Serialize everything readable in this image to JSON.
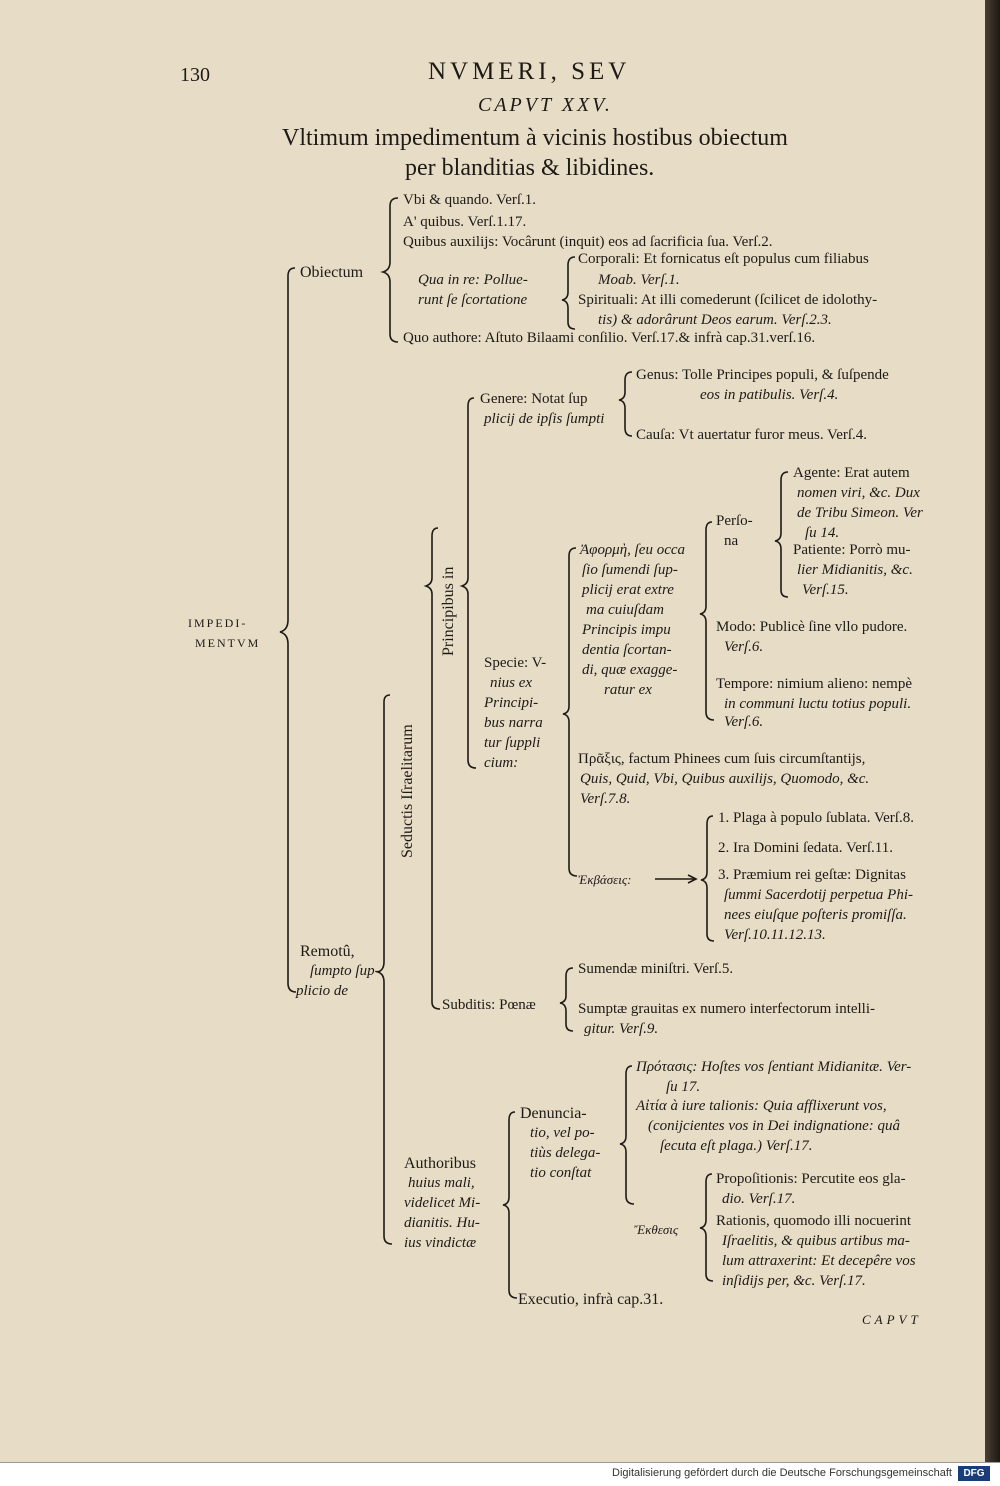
{
  "header": {
    "page_number": "130",
    "running_title": "NVMERI, SEV",
    "chapter": "CAPVT XXV.",
    "title_line1": "Vltimum impedimentum à vicinis hostibus obiectum",
    "title_line2": "per blanditias & libidines."
  },
  "root": {
    "line1": "IMPEDI-",
    "line2": "MENTVM"
  },
  "obiectum": {
    "label": "Obiectum",
    "ubi": "Vbi & quando. Verſ.1.",
    "a_quibus": "A' quibus. Verſ.1.17.",
    "quibus": "Quibus auxilijs: Vocârunt (inquit) eos ad ſacrificia ſua. Verſ.2.",
    "qua_line1": "Qua in re: Pollue-",
    "qua_line2": "runt ſe ſcortatione",
    "corporali_line1": "Corporali: Et fornicatus eſt populus cum filiabus",
    "corporali_line2": "Moab. Verſ.1.",
    "spirituali_line1": "Spirituali: At illi comederunt (ſcilicet de idolothy-",
    "spirituali_line2": "tis) & adorârunt Deos earum. Verſ.2.3.",
    "quo": "Quo authore: Aſtuto Bilaami conſilio. Verſ.17.& infrà cap.31.verſ.16."
  },
  "remotum": {
    "line1": "Remotû,",
    "line2": "ſumpto ſup-",
    "line3": "plicio de"
  },
  "seductis": "Seductis Iſraelitarum",
  "principibus": "Principibus in",
  "genere": {
    "line1": "Genere: Notat ſup",
    "line2": "plicij de ipſis ſumpti",
    "genus_line1": "Genus: Tolle Principes populi, & ſuſpende",
    "genus_line2": "eos in patibulis. Verſ.4.",
    "causa": "Cauſa: Vt auertatur furor meus. Verſ.4."
  },
  "specie": {
    "lines": [
      "Specie: V-",
      "nius ex",
      "Principi-",
      "bus narra",
      "tur ſuppli",
      "cium:"
    ]
  },
  "aphorme": {
    "lines": [
      "Ἀφορμὴ, ſeu occa",
      "ſio ſumendi ſup-",
      "plicij erat extre",
      "ma cuiuſdam",
      "Principis impu",
      "dentia ſcortan-",
      "di, quæ exagge-",
      "ratur ex"
    ]
  },
  "persona": {
    "line1": "Perſo-",
    "line2": "na",
    "agente_lines": [
      "Agente: Erat autem",
      "nomen viri, &c. Dux",
      "de Tribu Simeon. Ver",
      "ſu 14."
    ],
    "patiente_lines": [
      "Patiente: Porrò mu-",
      "lier Midianitis, &c.",
      "Verſ.15."
    ]
  },
  "modo": {
    "line1": "Modo: Publicè ſine vllo pudore.",
    "line2": "Verſ.6."
  },
  "tempore": {
    "line1": "Tempore: nimium alieno: nempè",
    "line2": "in communi luctu totius populi.",
    "line3": "Verſ.6."
  },
  "praxis": {
    "line1": "Πρᾶξις, factum Phinees cum ſuis circumſtantijs,",
    "line2": "Quis, Quid, Vbi, Quibus auxilijs, Quomodo, &c.",
    "line3": "Verſ.7.8."
  },
  "exodus": {
    "label": "Ἐκβάσεις:",
    "item1": "1. Plaga à populo ſublata. Verſ.8.",
    "item2": "2. Ira Domini ſedata. Verſ.11.",
    "item3_lines": [
      "3. Præmium rei geſtæ: Dignitas",
      "ſummi Sacerdotij perpetua Phi-",
      "nees eiuſque poſteris promiſſa.",
      "Verſ.10.11.12.13."
    ]
  },
  "subditis": {
    "label": "Subditis: Pœnæ",
    "sumendae": "Sumendæ miniſtri. Verſ.5.",
    "sumptae_line1": "Sumptæ grauitas ex numero interfectorum intelli-",
    "sumptae_line2": "gitur. Verſ.9."
  },
  "authoribus": {
    "lines": [
      "Authoribus",
      "huius mali,",
      "videlicet Mi-",
      "dianitis. Hu-",
      "ius vindictæ"
    ]
  },
  "denunciatio": {
    "lines": [
      "Denuncia-",
      "tio, vel po-",
      "tiùs delega-",
      "tio conſtat"
    ]
  },
  "protasis": {
    "line1": "Πρότασις: Hoſtes vos ſentiant Midianitæ. Ver-",
    "line2": "ſu 17."
  },
  "aitia": {
    "line1": "Αἰτία à iure talionis: Quia afflixerunt vos,",
    "line2": "(conijcientes vos in Dei indignatione: quâ",
    "line3": "ſecuta eſt plaga.) Verſ.17."
  },
  "exthesis": {
    "label": "Ἔκθεσις",
    "prop_line1": "Propoſitionis: Percutite eos gla-",
    "prop_line2": "dio. Verſ.17.",
    "rat_lines": [
      "Rationis, quomodo illi nocuerint",
      "Iſraelitis, & quibus artibus ma-",
      "lum attraxerint: Et decepêre vos",
      "inſidijs per, &c. Verſ.17."
    ]
  },
  "executio": "Executio, infrà cap.31.",
  "catchword": "CAPVT",
  "footer": {
    "text": "Digitalisierung gefördert durch die Deutsche Forschungsgemeinschaft",
    "logo": "DFG"
  }
}
